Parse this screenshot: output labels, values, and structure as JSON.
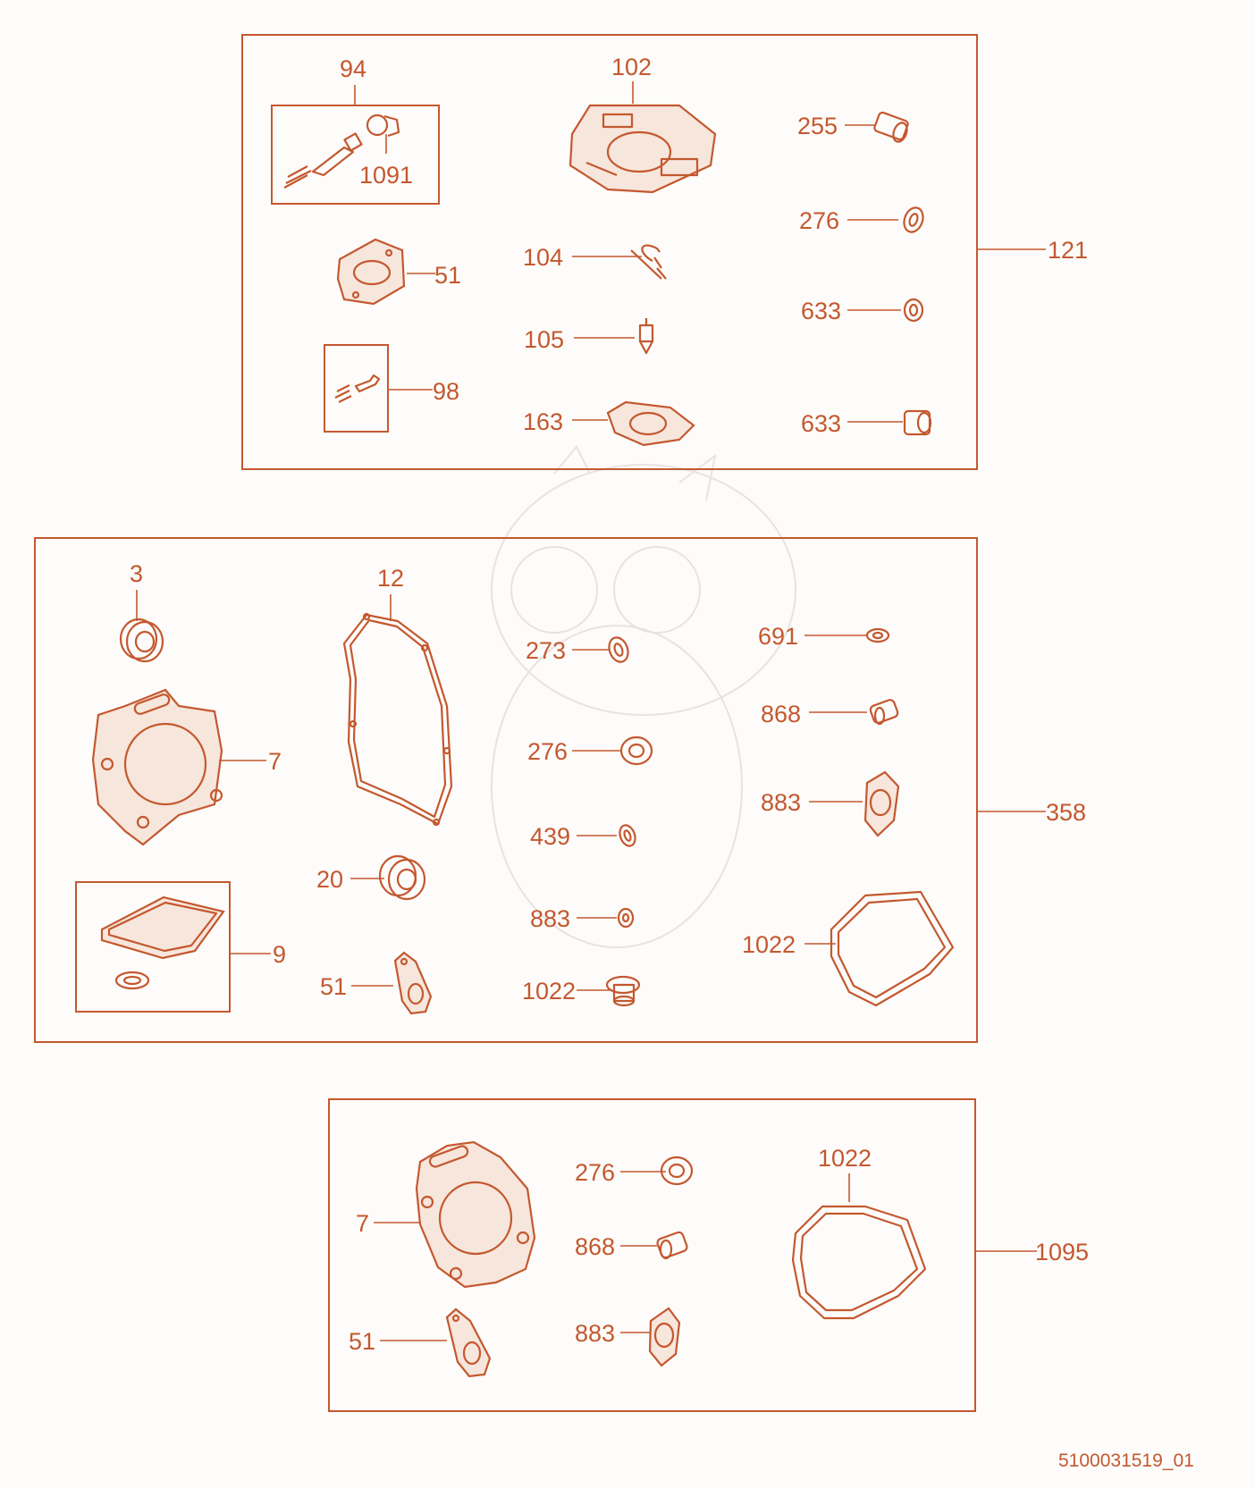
{
  "colors": {
    "line": "#c4582f",
    "background": "#fdfcfa",
    "watermark": "#e8e3dc"
  },
  "groups": [
    {
      "id": "121",
      "label": "121",
      "parts": {
        "94": "94",
        "1091": "1091",
        "102": "102",
        "255": "255",
        "276": "276",
        "51": "51",
        "104": "104",
        "633a": "633",
        "105": "105",
        "98": "98",
        "163": "163",
        "633b": "633"
      }
    },
    {
      "id": "358",
      "label": "358",
      "parts": {
        "3": "3",
        "12": "12",
        "273": "273",
        "691": "691",
        "7": "7",
        "868": "868",
        "276": "276",
        "883a": "883",
        "439": "439",
        "20": "20",
        "883b": "883",
        "1022a": "1022",
        "9": "9",
        "51": "51",
        "1022b": "1022"
      }
    },
    {
      "id": "1095",
      "label": "1095",
      "parts": {
        "276": "276",
        "1022": "1022",
        "7": "7",
        "868": "868",
        "51": "51",
        "883": "883"
      }
    }
  ],
  "document_id": "5100031519_01"
}
